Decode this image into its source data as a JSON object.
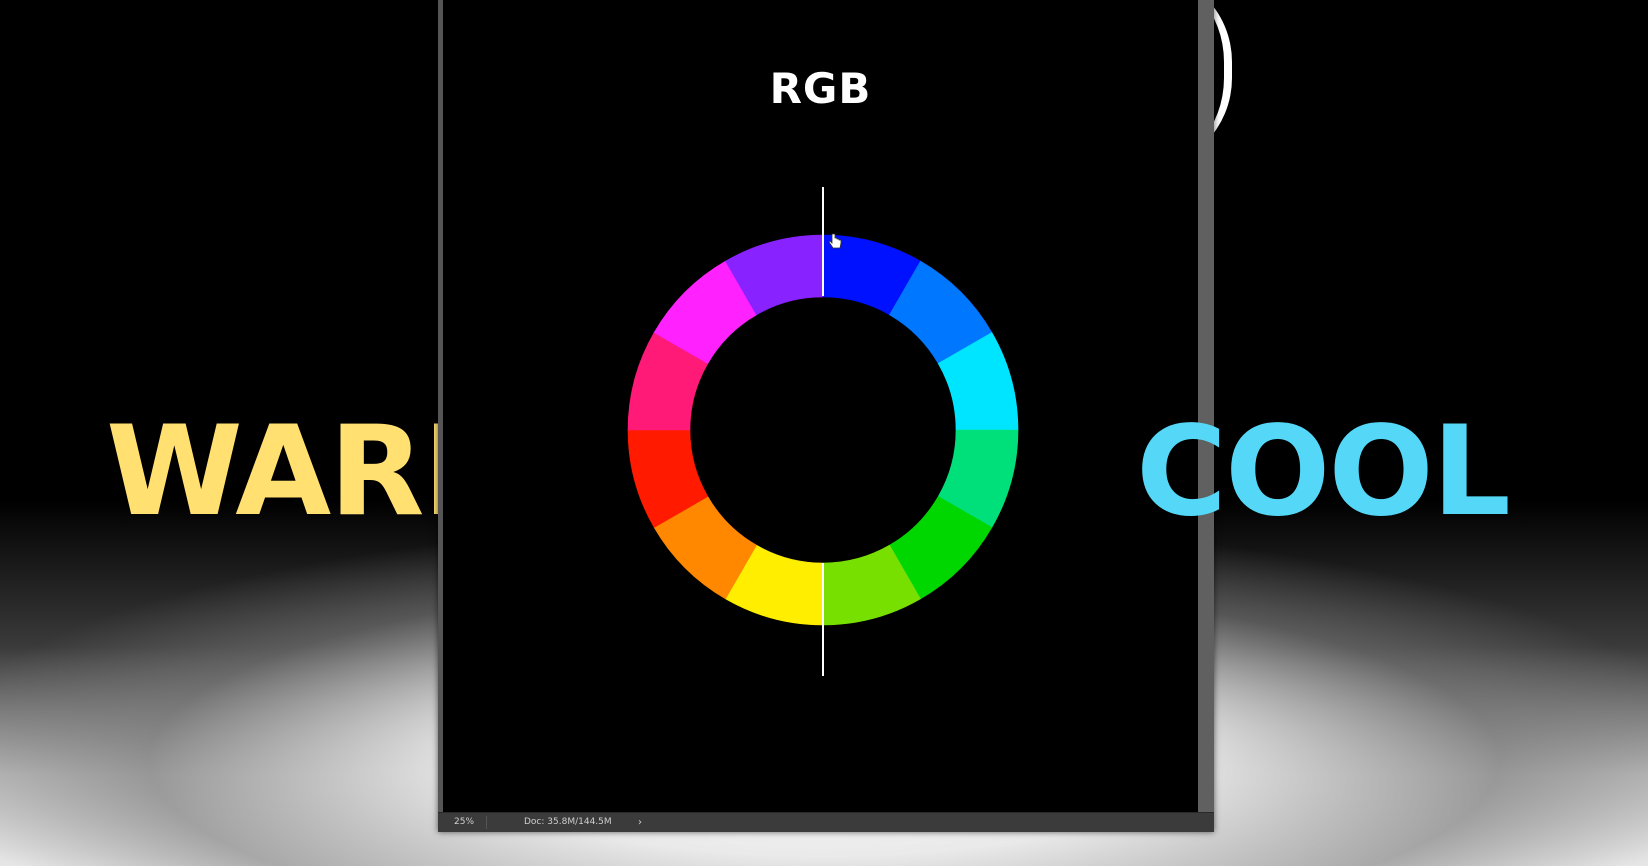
{
  "heading": "RGB",
  "warm_label": "WARM",
  "cool_label": "COOL",
  "status_bar": {
    "zoom": "25%",
    "doc_info": "Doc: 35.8M/144.5M",
    "arrow": "›"
  },
  "colors": {
    "warm_text": "#ffe070",
    "cool_text": "#55d8f8",
    "background": "#000000",
    "wheel_segments": [
      "#0011ff",
      "#0077ff",
      "#00e5ff",
      "#00e07a",
      "#00d600",
      "#77e000",
      "#ffee00",
      "#ff8800",
      "#ff1a00",
      "#ff1a78",
      "#ff22ff",
      "#8822ff"
    ]
  },
  "icons": {
    "cursor": "hand-pointer-icon"
  }
}
